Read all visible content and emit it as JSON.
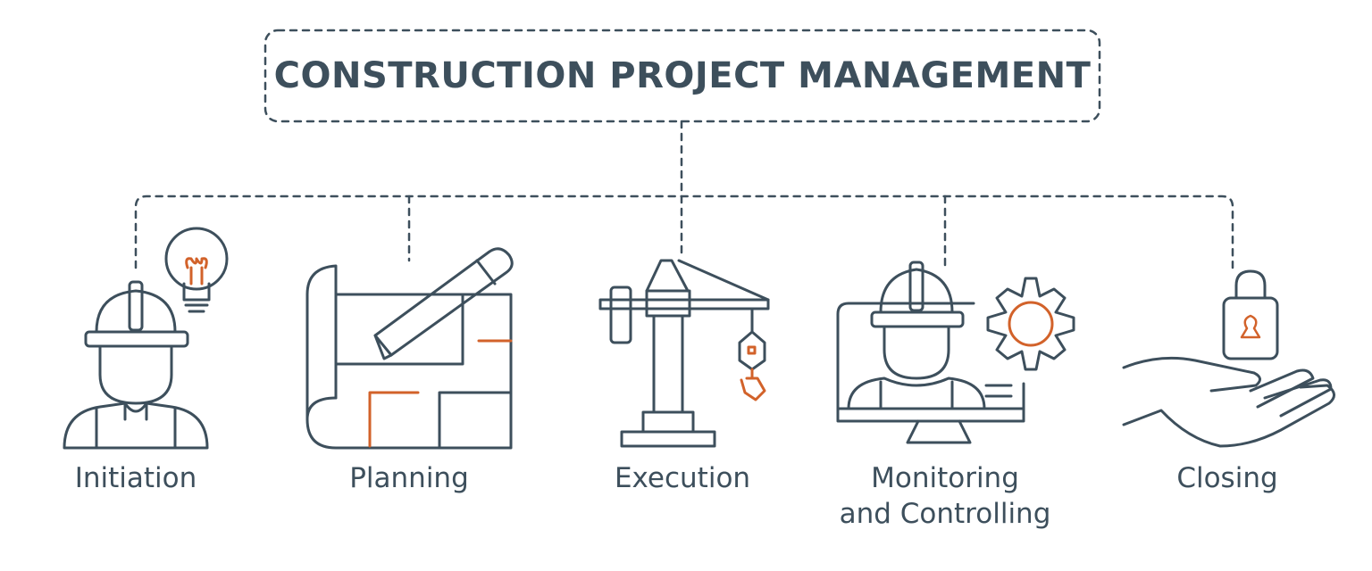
{
  "title": "CONSTRUCTION PROJECT MANAGEMENT",
  "colors": {
    "stroke": "#3d4f5c",
    "accent": "#d2622a",
    "background": "#ffffff"
  },
  "phases": [
    {
      "label": "Initiation",
      "icon": "worker-with-lightbulb-icon"
    },
    {
      "label": "Planning",
      "icon": "blueprint-with-pencil-icon"
    },
    {
      "label": "Execution",
      "icon": "tower-crane-icon"
    },
    {
      "label_line1": "Monitoring",
      "label_line2": "and Controlling",
      "icon": "worker-monitor-gear-icon"
    },
    {
      "label": "Closing",
      "icon": "hand-with-padlock-icon"
    }
  ]
}
